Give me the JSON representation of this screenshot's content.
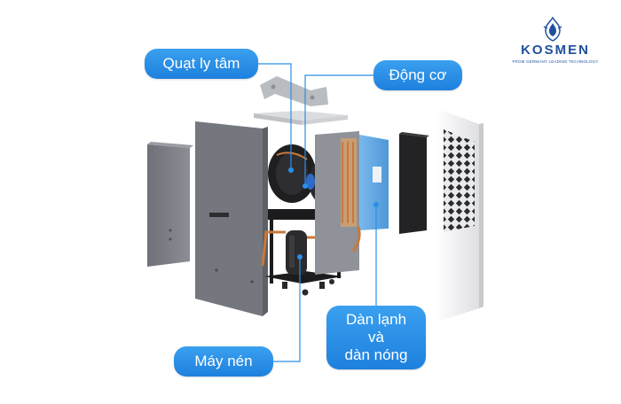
{
  "brand": {
    "name": "KOSMEN",
    "tagline": "FROM GERMANY LEADING TECHNOLOGY",
    "color": "#1f4f9c"
  },
  "labels": {
    "fan": "Quạt ly tâm",
    "motor": "Động cơ",
    "coils_line1": "Dàn lạnh",
    "coils_line2": "và",
    "coils_line3": "dàn nóng",
    "compressor": "Máy nén"
  },
  "colors": {
    "callout": "#2a8fe8",
    "panel": "#7b7e85",
    "copper": "#c9793a",
    "frame": "#1c1c1e",
    "coil_blue": "#5aa5e6"
  }
}
